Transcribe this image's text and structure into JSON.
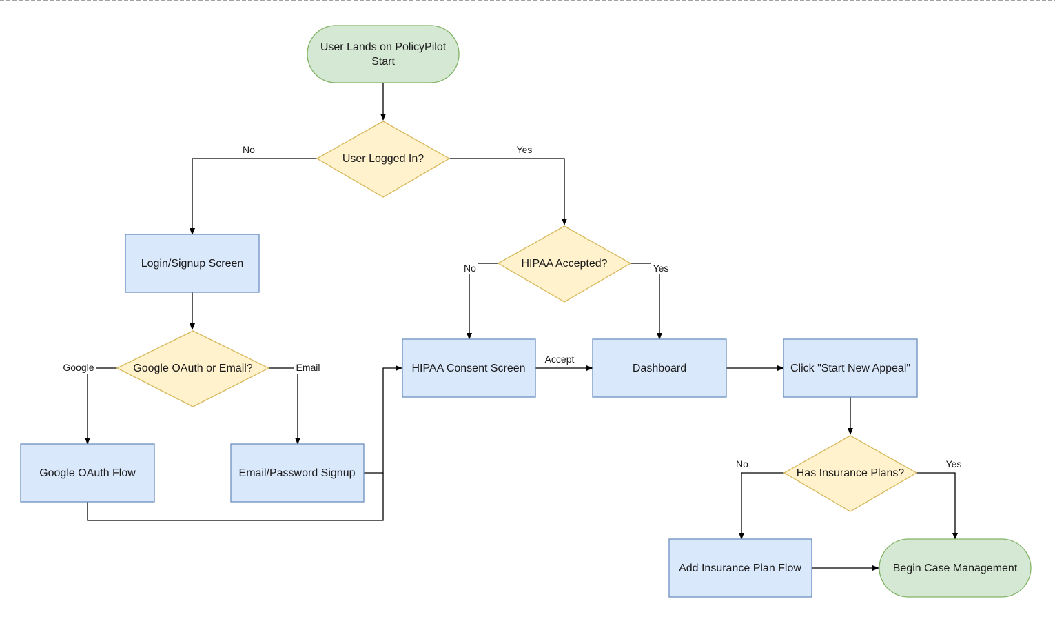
{
  "colors": {
    "terminal_fill": "#d5e8d4",
    "terminal_stroke": "#82b366",
    "process_fill": "#dae8fc",
    "process_stroke": "#6c8ebf",
    "decision_fill": "#fff2cc",
    "decision_stroke": "#d6b656",
    "edge": "#000000"
  },
  "nodes": {
    "start": {
      "line1": "User Lands on PolicyPilot",
      "line2": "Start"
    },
    "user_logged_in": "User Logged In?",
    "login_signup": "Login/Signup Screen",
    "oauth_or_email": "Google OAuth or Email?",
    "google_oauth_flow": "Google OAuth Flow",
    "email_signup": "Email/Password Signup",
    "hipaa_accepted": "HIPAA Accepted?",
    "hipaa_consent": "HIPAA Consent Screen",
    "dashboard": "Dashboard",
    "start_new_appeal": "Click \"Start New Appeal\"",
    "has_insurance": "Has Insurance Plans?",
    "add_insurance": "Add Insurance Plan Flow",
    "begin_case": "Begin Case Management"
  },
  "edges": {
    "logged_in_no": "No",
    "logged_in_yes": "Yes",
    "method_google": "Google",
    "method_email": "Email",
    "hipaa_no": "No",
    "hipaa_yes": "Yes",
    "consent_accept": "Accept",
    "insurance_no": "No",
    "insurance_yes": "Yes"
  }
}
